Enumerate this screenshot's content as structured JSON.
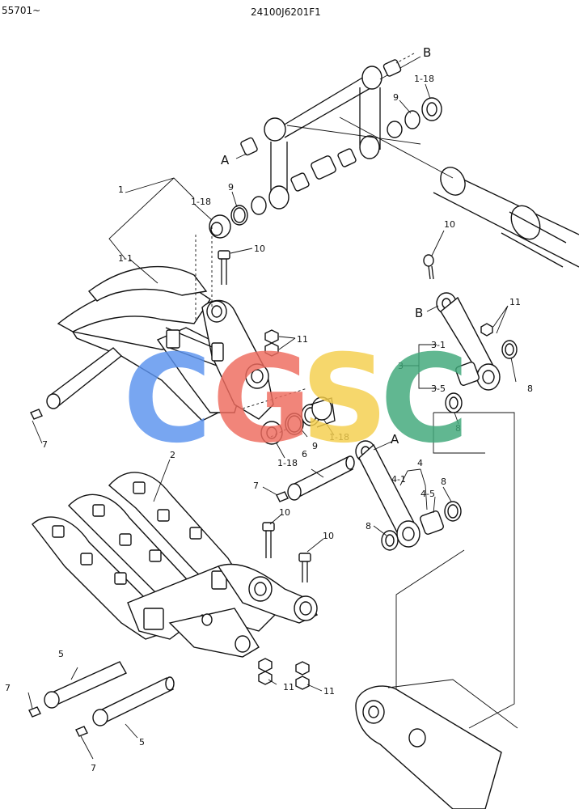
{
  "header": {
    "serial": "55701~",
    "drawing_number": "24100J6201F1"
  },
  "watermark": {
    "letters": [
      "C",
      "G",
      "S",
      "C"
    ],
    "colors": [
      "#5b93ef",
      "#ef6b5e",
      "#f5cf4c",
      "#3fa879"
    ]
  },
  "callouts": {
    "c1": "1",
    "c1_18a": "1-18",
    "c1_1": "1-1",
    "c9a": "9",
    "c10a": "10",
    "c11a": "11",
    "c9b": "9",
    "c1_18b": "1-18",
    "c1_18c": "1-18",
    "c6": "6",
    "c7a": "7",
    "c10b": "10",
    "c10c": "10",
    "c2": "2",
    "c7b": "7",
    "c5a": "5",
    "c7c": "7",
    "c5b": "5",
    "c7d": "7",
    "c11b": "11",
    "c11c": "11",
    "refA1": "A",
    "refB1": "B",
    "c1_18d": "1-18",
    "c9c": "9",
    "c10d": "10",
    "refB2": "B",
    "c11d": "11",
    "c3": "3",
    "c3_1": "3-1",
    "c3_5": "3-5",
    "c8a": "8",
    "c8b": "8",
    "refA2": "A",
    "c4": "4",
    "c4_1": "4-1",
    "c4_5": "4-5",
    "c8c": "8",
    "c8d": "8"
  }
}
